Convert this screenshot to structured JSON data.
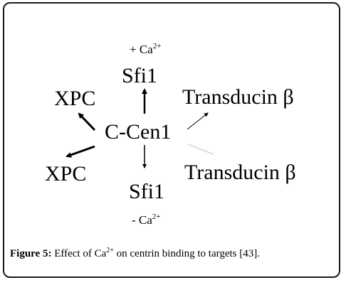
{
  "diagram": {
    "center": "C-Cen1",
    "top_node": "Sfi1",
    "top_condition_sign": "+ Ca",
    "bottom_node": "Sfi1",
    "bottom_condition_sign": "- Ca",
    "ion_superscript": "2+",
    "left_top_node": "XPC",
    "left_bottom_node": "XPC",
    "right_top_node": "Transducin β",
    "right_bottom_node": "Transducin β"
  },
  "caption": {
    "label": "Figure 5:",
    "text_before_ion": "Effect of Ca",
    "ion_superscript": "2+",
    "text_after_ion": "on centrin binding to targets [43]."
  },
  "colors": {
    "faint_arrow": "#d9d9d9"
  }
}
